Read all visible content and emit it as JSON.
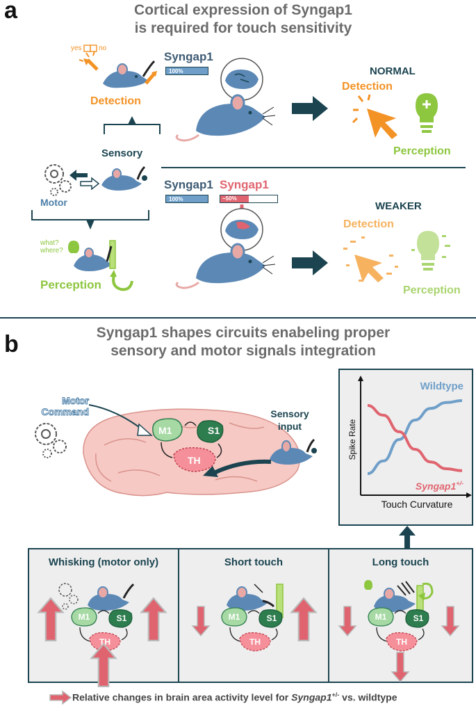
{
  "panel_a": {
    "letter": "a",
    "title_line1": "Cortical expression of Syngap1",
    "title_line2": "is required for touch sensitivity",
    "left": {
      "yes_label": "yes",
      "no_label": "no",
      "detection_label": "Detection",
      "sensory_label": "Sensory",
      "motor_label": "Motor",
      "what_label": "what?",
      "where_label": "where?",
      "perception_label": "Perception"
    },
    "normal": {
      "gene_label": "Syngap1",
      "bar_label": "100%",
      "heading": "NORMAL",
      "detection_label": "Detection",
      "perception_label": "Perception"
    },
    "weaker": {
      "gene_label_wt": "Syngap1",
      "gene_label_mut": "Syngap1",
      "bar_wt_label": "100%",
      "bar_mut_label": "~50%",
      "bar_mut_fraction": 0.5,
      "heading": "WEAKER",
      "detection_label": "Detection",
      "perception_label": "Perception"
    }
  },
  "panel_b": {
    "letter": "b",
    "title_line1": "Syngap1 shapes circuits enabeling proper",
    "title_line2": "sensory and motor signals integration",
    "brain": {
      "motor_line1": "Motor",
      "motor_line2": "Command",
      "sensory_line1": "Sensory",
      "sensory_line2": "input",
      "m1": "M1",
      "s1": "S1",
      "th": "TH"
    },
    "chart_data": {
      "type": "line",
      "xlabel": "Touch Curvature",
      "ylabel": "Spike Rate",
      "series": [
        {
          "name": "Wildtype",
          "color": "#6f9fc9",
          "values": [
            0.15,
            0.28,
            0.5,
            0.7,
            0.82,
            0.88,
            0.9
          ]
        },
        {
          "name": "Syngap1",
          "superscript": "+/-",
          "color": "#e0646f",
          "values": [
            0.85,
            0.75,
            0.58,
            0.4,
            0.27,
            0.2,
            0.18
          ]
        }
      ],
      "x": [
        0,
        1,
        2,
        3,
        4,
        5,
        6
      ],
      "grid": false
    },
    "conditions": [
      {
        "title": "Whisking (motor only)",
        "arrows": {
          "m1": "up",
          "s1": "up",
          "th": "up"
        }
      },
      {
        "title": "Short touch",
        "arrows": {
          "m1": "down",
          "s1": "up",
          "th": "none"
        }
      },
      {
        "title": "Long touch",
        "arrows": {
          "m1": "down",
          "s1": "down",
          "th": "down"
        }
      }
    ],
    "legend_prefix": "Relative changes in brain area activity level for ",
    "legend_gene": "Syngap1",
    "legend_sup": "+/-",
    "legend_suffix": " vs. wildtype"
  },
  "colors": {
    "navy": "#1b4450",
    "orange": "#f39225",
    "green": "#8dc63f",
    "steel": "#6f9fc9",
    "pink": "#e0646f",
    "brain": "#f6c9c4"
  }
}
